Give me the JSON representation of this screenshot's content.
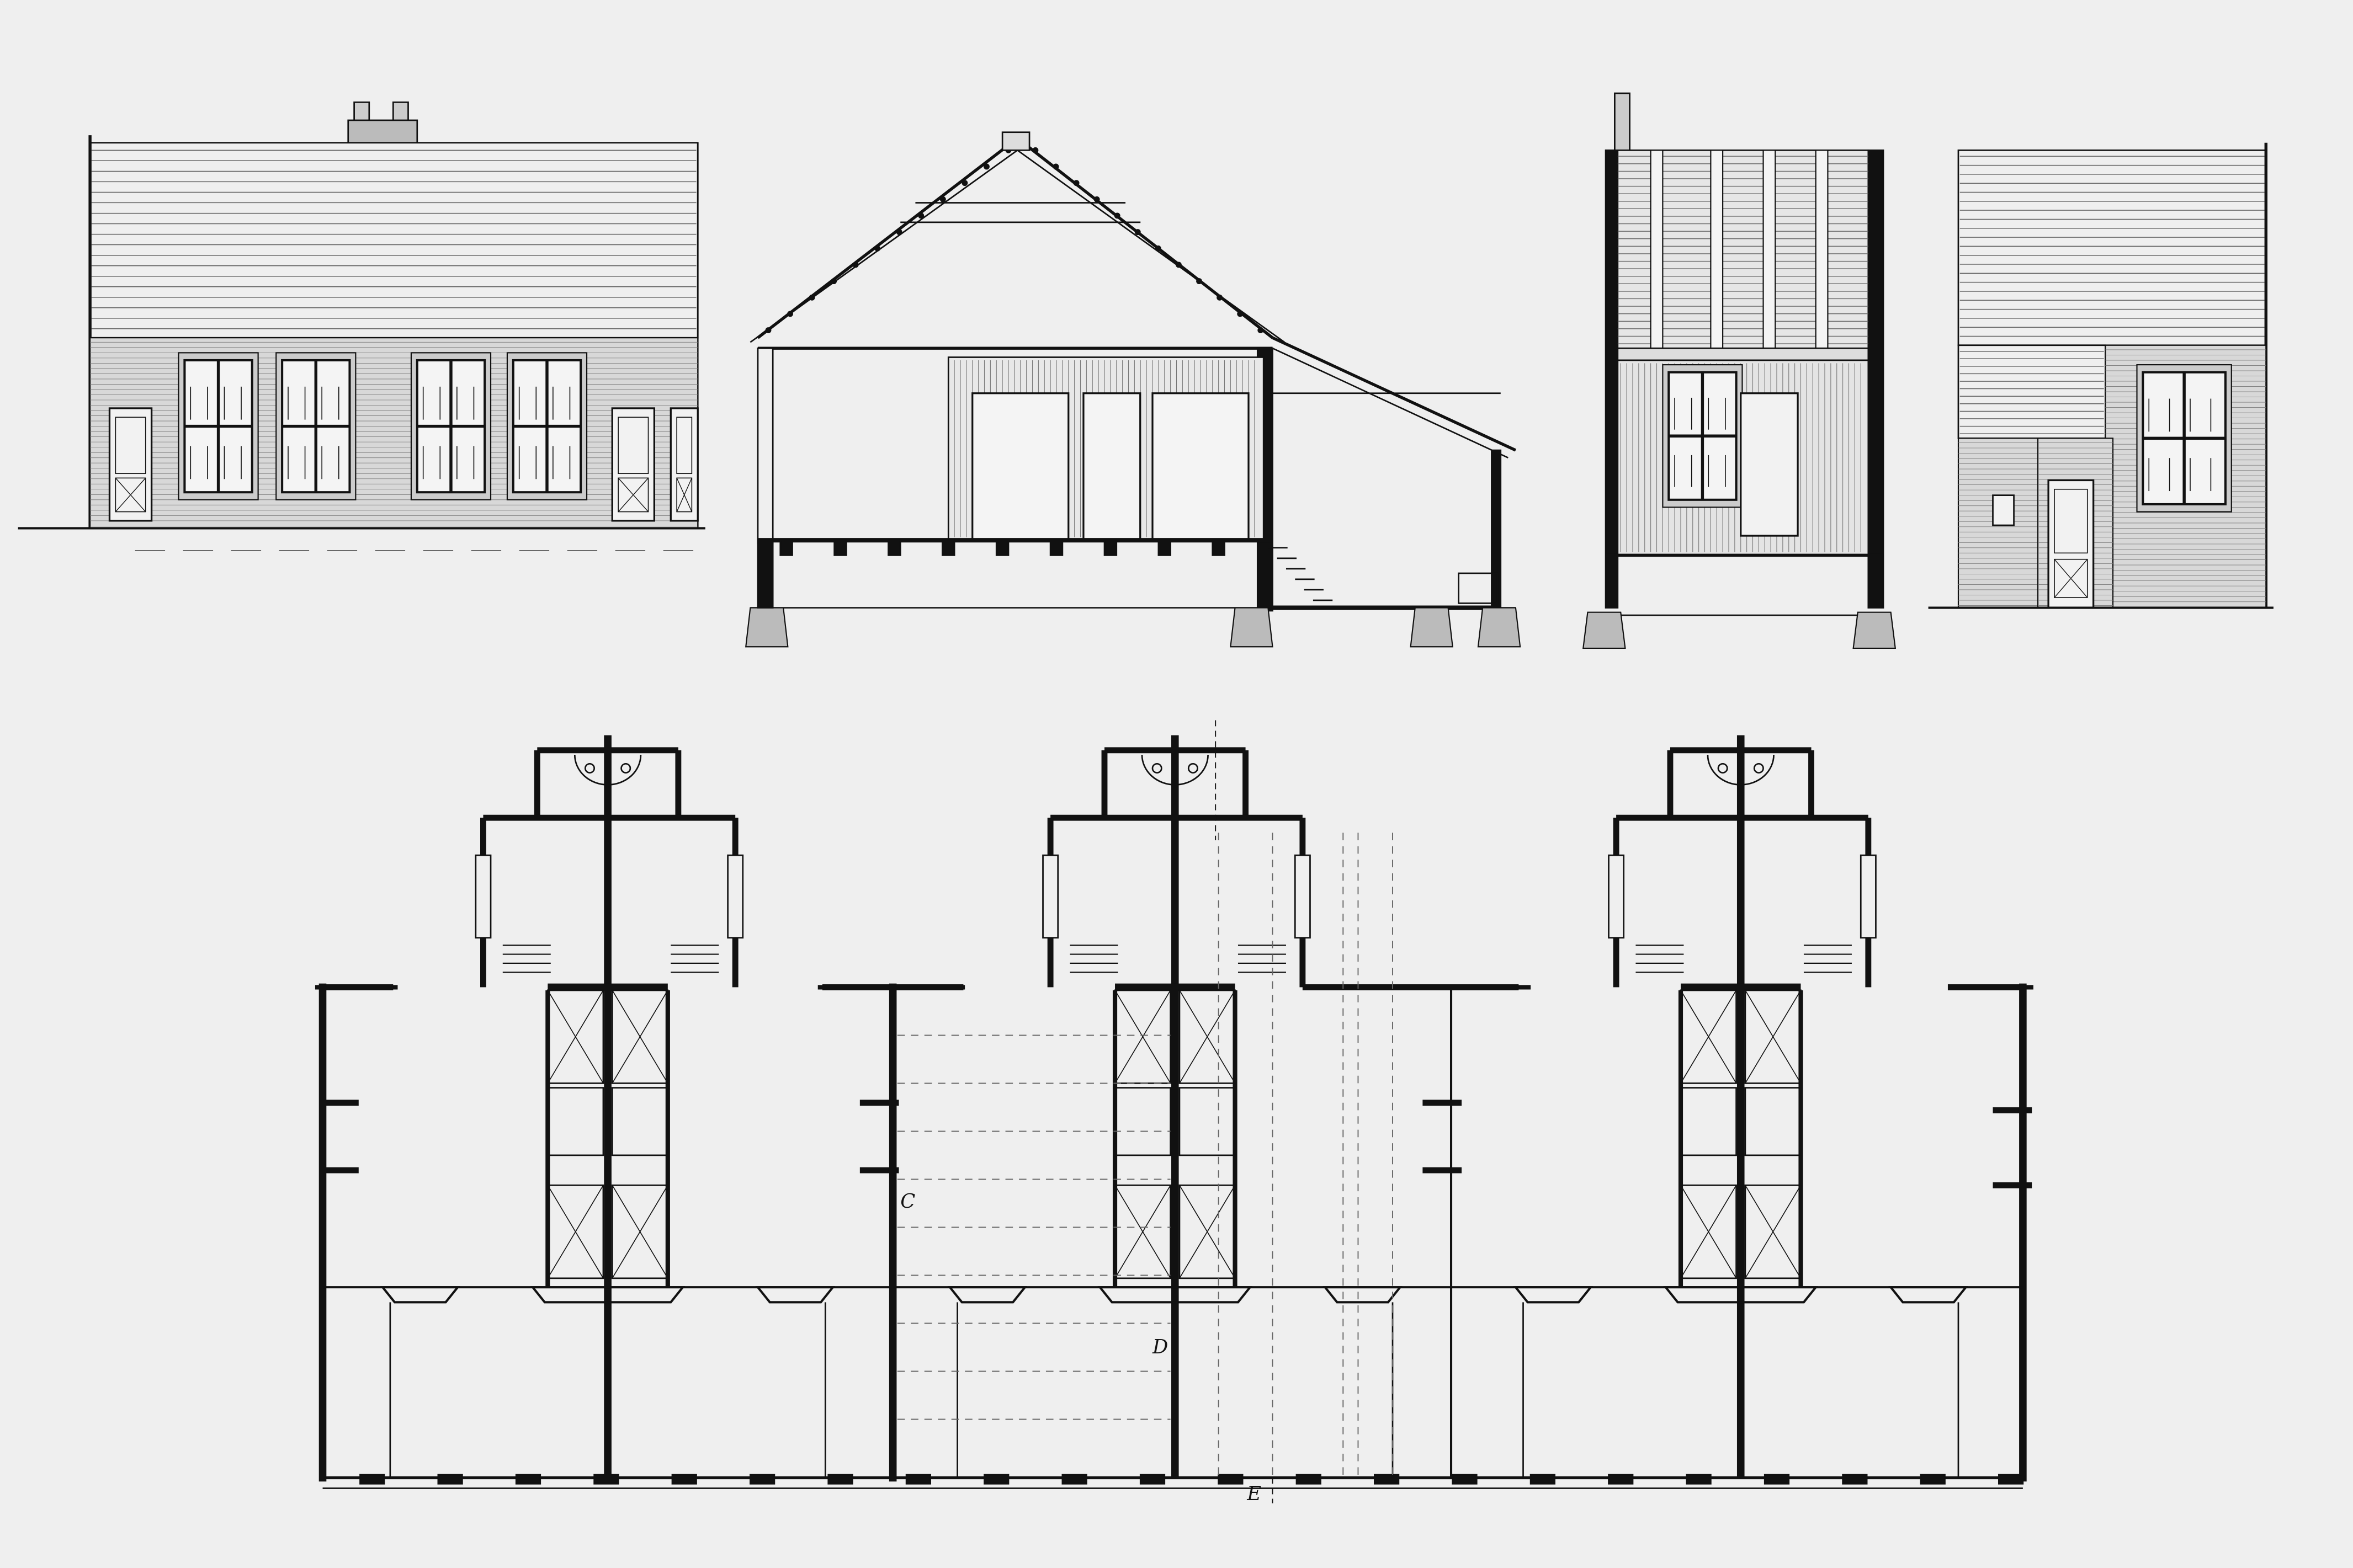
{
  "sheet": {
    "background": "#efefef",
    "ink": "#111111",
    "views": [
      "front-elevation",
      "cross-section",
      "side-section",
      "side-elevation",
      "ground-plan"
    ]
  },
  "plan": {
    "section_marks": {
      "c": "C",
      "d": "D",
      "e": "E"
    },
    "units": 3
  }
}
